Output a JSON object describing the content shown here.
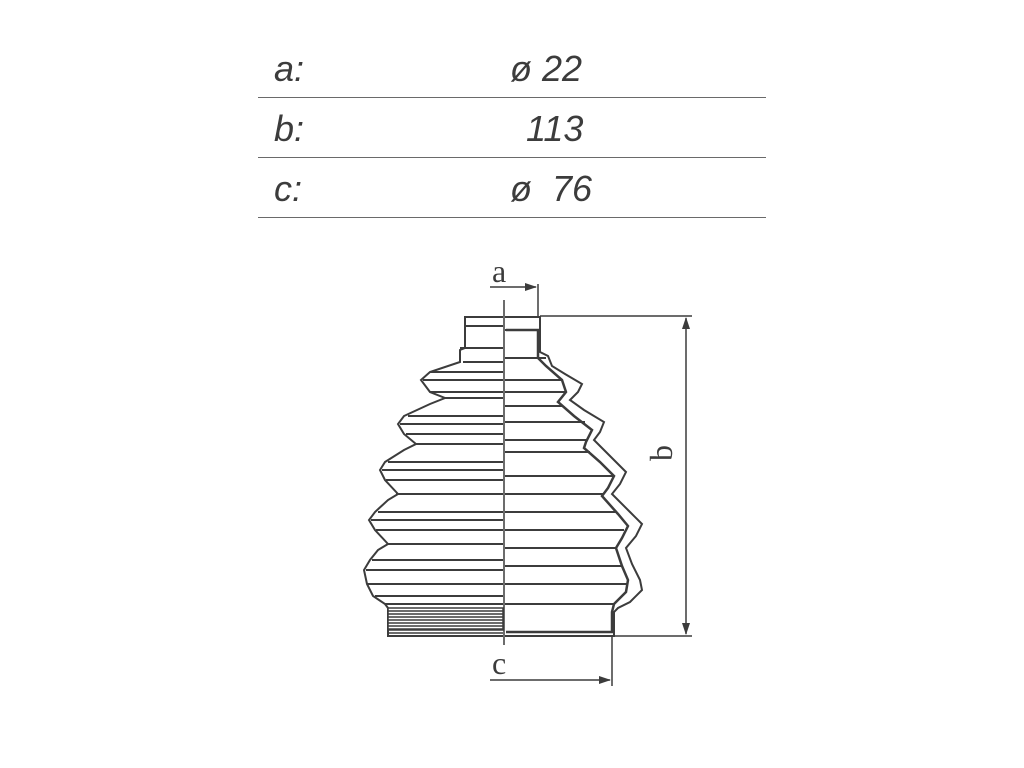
{
  "specs": {
    "a": {
      "label": "a:",
      "value": "ø 22"
    },
    "b": {
      "label": "b:",
      "value": "113"
    },
    "c": {
      "label": "c:",
      "value": "ø  76"
    }
  },
  "diagram": {
    "dim_a": "a",
    "dim_b": "b",
    "dim_c": "c"
  }
}
